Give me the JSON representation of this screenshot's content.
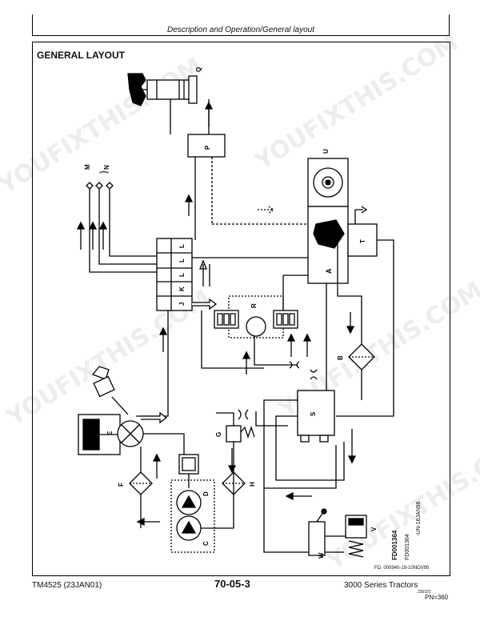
{
  "header": {
    "text": "Description and Operation/General layout"
  },
  "section": {
    "title": "GENERAL LAYOUT"
  },
  "diagram": {
    "labels": {
      "A": "A",
      "B": "B",
      "C": "C",
      "D": "D",
      "E": "E",
      "F": "F",
      "G": "G",
      "H": "H",
      "J": "J",
      "K": "K",
      "L": "L",
      "M": "M",
      "N": "N",
      "P": "P",
      "Q": "Q",
      "R": "R",
      "S": "S",
      "T": "T",
      "U": "U",
      "V": "V",
      "W": "W"
    },
    "figure_id": "FD001364",
    "figure_ref_small": "FD001364",
    "date_stamp": "-UN-16JAN96"
  },
  "watermark": {
    "text": "YOUFIXTHIS.COM"
  },
  "footer": {
    "doc_id": "TM4525 (23JAN01)",
    "page": "70-05-3",
    "product": "3000 Series Tractors",
    "small_code": "230101",
    "pn": "PN=360",
    "fd_line": "FD,     000940-19-10NOV95"
  }
}
